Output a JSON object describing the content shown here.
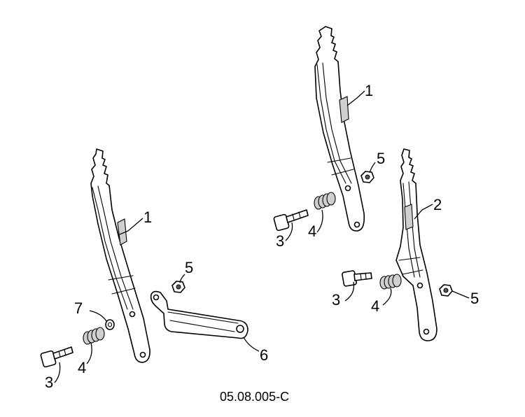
{
  "diagram": {
    "figure_code": "05.08.005-C",
    "callouts": [
      {
        "id": "c1",
        "label": "1",
        "part": "adjuster-rail-left"
      },
      {
        "id": "c2",
        "label": "1",
        "part": "adjuster-rail-right"
      },
      {
        "id": "c3",
        "label": "2",
        "part": "adjuster-rail-lower"
      },
      {
        "id": "c4",
        "label": "3",
        "part": "bolt-left"
      },
      {
        "id": "c5",
        "label": "3",
        "part": "bolt-mid"
      },
      {
        "id": "c6",
        "label": "3",
        "part": "bolt-right"
      },
      {
        "id": "c7",
        "label": "4",
        "part": "spring-left"
      },
      {
        "id": "c8",
        "label": "4",
        "part": "spring-mid"
      },
      {
        "id": "c9",
        "label": "4",
        "part": "spring-right"
      },
      {
        "id": "c10",
        "label": "5",
        "part": "nut-left"
      },
      {
        "id": "c11",
        "label": "5",
        "part": "nut-mid"
      },
      {
        "id": "c12",
        "label": "5",
        "part": "nut-right"
      },
      {
        "id": "c13",
        "label": "6",
        "part": "cross-bar"
      },
      {
        "id": "c14",
        "label": "7",
        "part": "washer"
      }
    ]
  }
}
